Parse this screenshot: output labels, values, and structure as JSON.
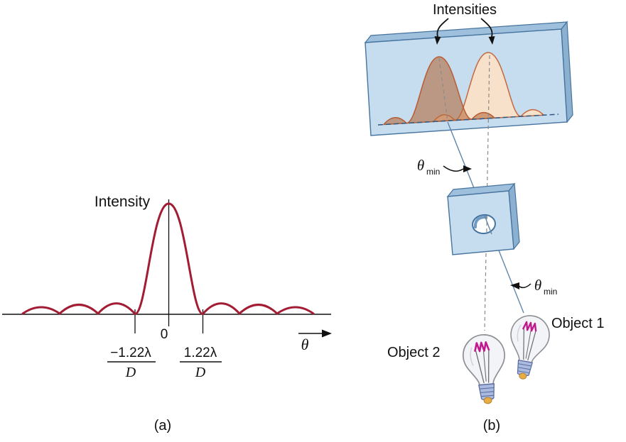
{
  "figure": {
    "background": "#ffffff",
    "description_visible": "Two-panel physics figure: (a) diffraction intensity curve, (b) two objects resolved through a circular aperture"
  },
  "panel_a": {
    "intensity_label": "Intensity",
    "zero_label": "0",
    "left_fraction": {
      "numerator": "−1.22λ",
      "denominator": "D"
    },
    "right_fraction": {
      "numerator": "1.22λ",
      "denominator": "D"
    },
    "theta_label": "θ",
    "caption": "(a)",
    "curve": {
      "type": "line",
      "peak_center_label": "0",
      "x_minima_labels": [
        "−1.22λ/D",
        "1.22λ/D"
      ]
    }
  },
  "panel_b": {
    "intensities_label": "Intensities",
    "theta_min": {
      "symbol": "θ",
      "subscript": "min"
    },
    "object1_label": "Object 1",
    "object2_label": "Object 2",
    "caption": "(b)"
  },
  "colors": {
    "curve_red": "#a21d33",
    "screen_face": "#c6dcef",
    "screen_top": "#9fc0dd",
    "screen_side": "#8cb0d0",
    "screen_stroke": "#46749e",
    "peak_left_fill": "#b46a3c",
    "peak_right_fill": "#f7e1cb",
    "peak_stroke": "#c4693e",
    "baseline_dash": "#2e5a84",
    "ray_solid": "#5f87ad",
    "dash_gray": "#8a8a8a",
    "filament_magenta": "#c2188e",
    "bulb_base_blue": "#aabbdf",
    "bulb_tip_gold": "#e7ae45"
  }
}
